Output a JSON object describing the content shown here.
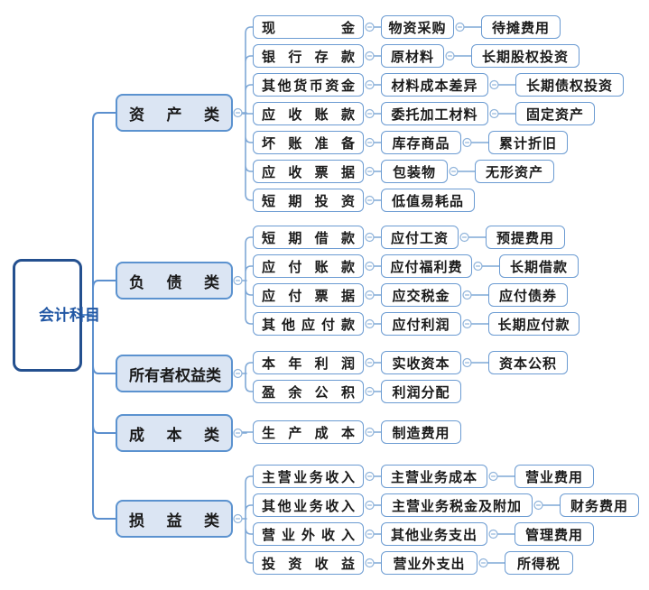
{
  "root": {
    "label": "会计科目"
  },
  "branches": [
    {
      "label": "资产类",
      "rows": [
        {
          "cells": [
            "现金",
            "物资采购",
            "待摊费用"
          ]
        },
        {
          "cells": [
            "银行存款",
            "原材料",
            "长期股权投资"
          ]
        },
        {
          "cells": [
            "其他货币资金",
            "材料成本差异",
            "长期债权投资"
          ]
        },
        {
          "cells": [
            "应收账款",
            "委托加工材料",
            "固定资产"
          ]
        },
        {
          "cells": [
            "坏账准备",
            "库存商品",
            "累计折旧"
          ]
        },
        {
          "cells": [
            "应收票据",
            "包装物",
            "无形资产"
          ]
        },
        {
          "cells": [
            "短期投资",
            "低值易耗品"
          ]
        }
      ]
    },
    {
      "label": "负债类",
      "rows": [
        {
          "cells": [
            "短期借款",
            "应付工资",
            "预提费用"
          ]
        },
        {
          "cells": [
            "应付账款",
            "应付福利费",
            "长期借款"
          ]
        },
        {
          "cells": [
            "应付票据",
            "应交税金",
            "应付债券"
          ]
        },
        {
          "cells": [
            "其他应付款",
            "应付利润",
            "长期应付款"
          ]
        }
      ]
    },
    {
      "label": "所有者权益类",
      "rows": [
        {
          "cells": [
            "本年利润",
            "实收资本",
            "资本公积"
          ]
        },
        {
          "cells": [
            "盈余公积",
            "利润分配"
          ]
        }
      ]
    },
    {
      "label": "成本类",
      "rows": [
        {
          "cells": [
            "生产成本",
            "制造费用"
          ]
        }
      ]
    },
    {
      "label": "损益类",
      "rows": [
        {
          "cells": [
            "主营业务收入",
            "主营业务成本",
            "营业费用"
          ]
        },
        {
          "cells": [
            "其他业务收入",
            "主营业务税金及附加",
            "财务费用"
          ]
        },
        {
          "cells": [
            "营业外收入",
            "其他业务支出",
            "管理费用"
          ]
        },
        {
          "cells": [
            "投资收益",
            "营业外支出",
            "所得税"
          ]
        }
      ]
    }
  ],
  "icons": {
    "collapse_toggle": "minus-circle-icon"
  },
  "colors": {
    "background": "#ffffff",
    "node_border": "#6b9bd2",
    "node_text": "#1a1a1a",
    "category_fill": "#dbe5f3",
    "category_border": "#5b92cf",
    "root_border": "#24508f",
    "root_text": "#2157a4",
    "connector": "#5b8fce",
    "connector_light": "#7fa8d6",
    "toggle": "#8fb3da"
  }
}
